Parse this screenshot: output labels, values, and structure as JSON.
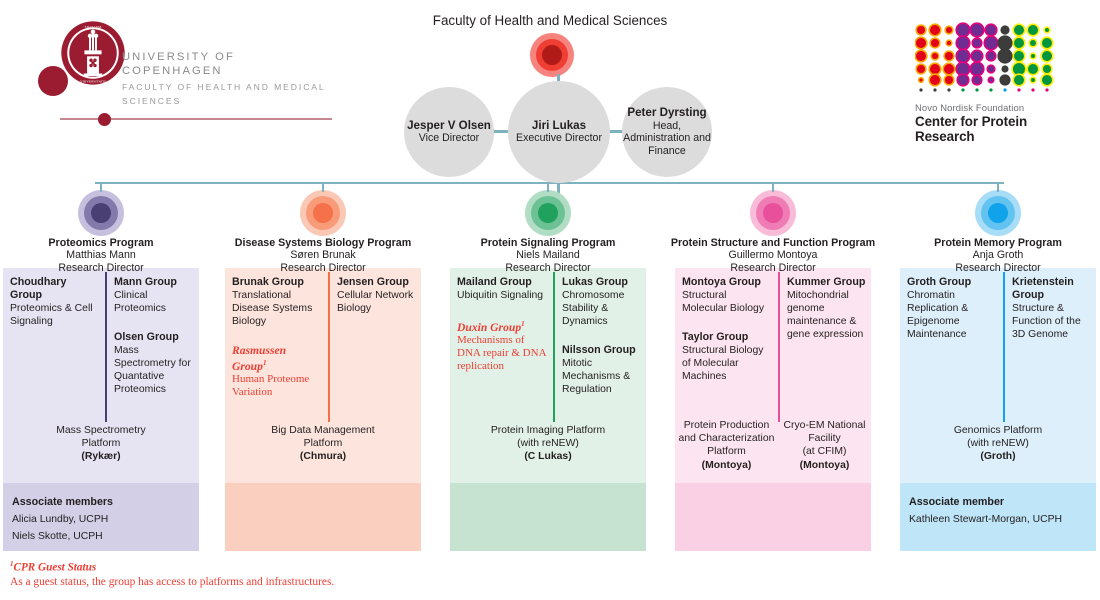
{
  "faculty_title": "Faculty of Health and Medical Sciences",
  "ucph_logo": {
    "line1": "UNIVERSITY OF COPENHAGEN",
    "line2": "FACULTY OF HEALTH AND MEDICAL SCIENCES",
    "seal_color": "#9b1b30"
  },
  "cpr_logo": {
    "line1": "Novo Nordisk Foundation",
    "line2": "Center for Protein Research"
  },
  "leadership": [
    {
      "name": "Jesper V Olsen",
      "role": "Vice Director"
    },
    {
      "name": "Jiri Lukas",
      "role": "Executive Director"
    },
    {
      "name": "Peter Dyrsting",
      "role": "Head, Administration and Finance"
    }
  ],
  "programs": [
    {
      "name": "Proteomics Program",
      "director": "Matthias Mann",
      "director_title": "Research Director",
      "accent": "#4a3f73",
      "ring_mid": "#8379ab",
      "ring_out": "#c6c0de",
      "panel_light": "#e6e4f2",
      "panel_dark": "#d2cfe6",
      "columns": [
        {
          "groups": [
            {
              "name": "Choudhary Group",
              "desc": "Proteomics & Cell Signaling",
              "guest": false
            }
          ]
        },
        {
          "groups": [
            {
              "name": "Mann Group",
              "desc": "Clinical Proteomics",
              "guest": false
            },
            {
              "name": "Olsen Group",
              "desc": "Mass Spectrometry for Quantative Proteomics",
              "guest": false
            }
          ]
        }
      ],
      "platforms": [
        {
          "lines": [
            "Mass Spectrometry",
            "Platform"
          ],
          "lead": "(Rykær)"
        }
      ],
      "associates": {
        "title": "Associate members",
        "members": [
          "Alicia Lundby, UCPH",
          "Niels Skotte, UCPH"
        ]
      }
    },
    {
      "name": "Disease Systems Biology Program",
      "director": "Søren Brunak",
      "director_title": "Research Director",
      "accent": "#f4714a",
      "ring_mid": "#f79b78",
      "ring_out": "#fac8b4",
      "panel_light": "#fde5dd",
      "panel_dark": "#fbcfc0",
      "columns": [
        {
          "groups": [
            {
              "name": "Brunak Group",
              "desc": "Translational Disease Systems Biology",
              "guest": false
            },
            {
              "name": "Rasmussen Group",
              "desc": "Human Proteome Variation",
              "guest": true
            }
          ]
        },
        {
          "groups": [
            {
              "name": "Jensen Group",
              "desc": "Cellular Network Biology",
              "guest": false
            }
          ]
        }
      ],
      "platforms": [
        {
          "lines": [
            "Big Data Management",
            "Platform"
          ],
          "lead": "(Chmura)"
        }
      ],
      "associates": null
    },
    {
      "name": "Protein Signaling Program",
      "director": "Niels Mailand",
      "director_title": "Research Director",
      "accent": "#21a15e",
      "ring_mid": "#6cc295",
      "ring_out": "#b2ddc5",
      "panel_light": "#e2f1e8",
      "panel_dark": "#c6e3d2",
      "columns": [
        {
          "groups": [
            {
              "name": "Mailand Group",
              "desc": "Ubiquitin Signaling",
              "guest": false
            },
            {
              "name": "Duxin Group",
              "desc": "Mechanisms of DNA repair & DNA replication",
              "guest": true
            }
          ]
        },
        {
          "groups": [
            {
              "name": "Lukas Group",
              "desc": "Chromosome Stability & Dynamics",
              "guest": false
            },
            {
              "name": "Nilsson Group",
              "desc": "Mitotic Mechanisms & Regulation",
              "guest": false
            }
          ]
        }
      ],
      "platforms": [
        {
          "lines": [
            "Protein Imaging Platform",
            "(with reNEW)"
          ],
          "lead": "(C Lukas)"
        }
      ],
      "associates": null
    },
    {
      "name": "Protein Structure and Function Program",
      "director": "Guillermo Montoya",
      "director_title": "Research Director",
      "accent": "#e8509b",
      "ring_mid": "#ef7cb4",
      "ring_out": "#f8bcd8",
      "panel_light": "#fce5f0",
      "panel_dark": "#fad0e4",
      "columns": [
        {
          "groups": [
            {
              "name": "Montoya Group",
              "desc": "Structural Molecular Biology",
              "guest": false
            },
            {
              "name": "Taylor Group",
              "desc": "Structural Biology of Molecular Machines",
              "guest": false
            }
          ]
        },
        {
          "groups": [
            {
              "name": "Kummer Group",
              "desc": "Mitochondrial genome maintenance & gene expression",
              "guest": false
            }
          ]
        }
      ],
      "platforms": [
        {
          "lines": [
            "Protein Production",
            "and Characterization",
            "Platform"
          ],
          "lead": "(Montoya)"
        },
        {
          "lines": [
            "Cryo-EM National",
            "Facility",
            "(at CFIM)"
          ],
          "lead": "(Montoya)"
        }
      ],
      "associates": null
    },
    {
      "name": "Protein Memory Program",
      "director": "Anja Groth",
      "director_title": "Research Director",
      "accent": "#10a2ea",
      "ring_mid": "#62c3f0",
      "ring_out": "#a8ddf7",
      "panel_light": "#ddeffb",
      "panel_dark": "#bfe5f8",
      "columns": [
        {
          "groups": [
            {
              "name": "Groth Group",
              "desc": "Chromatin Replication & Epigenome Maintenance",
              "guest": false
            }
          ]
        },
        {
          "groups": [
            {
              "name": "Krietenstein Group",
              "desc": "Structure & Function of the 3D Genome",
              "guest": false
            }
          ]
        }
      ],
      "platforms": [
        {
          "lines": [
            "Genomics Platform",
            "(with reNEW)"
          ],
          "lead": "(Groth)"
        }
      ],
      "associates": {
        "title": "Associate member",
        "members": [
          "Kathleen Stewart-Morgan, UCPH"
        ]
      }
    }
  ],
  "footnote": {
    "title": "CPR Guest Status",
    "text": "As a guest status, the group has access to platforms and infrastructures.",
    "color": "#ef3e33"
  },
  "connector_color": "#7fb2c0"
}
